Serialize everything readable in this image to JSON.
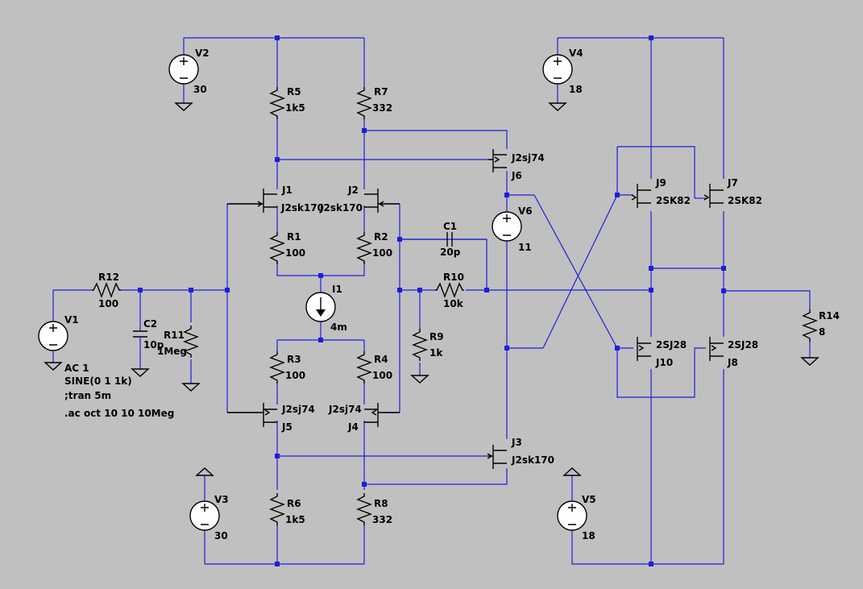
{
  "title": "",
  "components": {
    "V1": {
      "name": "V1",
      "lines": [
        "AC 1",
        "SINE(0 1 1k)",
        ";tran 5m"
      ]
    },
    "V2": {
      "name": "V2",
      "value": "30"
    },
    "V3": {
      "name": "V3",
      "value": "30"
    },
    "V4": {
      "name": "V4",
      "value": "18"
    },
    "V5": {
      "name": "V5",
      "value": "18"
    },
    "V6": {
      "name": "V6",
      "value": "11"
    },
    "I1": {
      "name": "I1",
      "value": "4m"
    },
    "R1": {
      "name": "R1",
      "value": "100"
    },
    "R2": {
      "name": "R2",
      "value": "100"
    },
    "R3": {
      "name": "R3",
      "value": "100"
    },
    "R4": {
      "name": "R4",
      "value": "100"
    },
    "R5": {
      "name": "R5",
      "value": "1k5"
    },
    "R6": {
      "name": "R6",
      "value": "1k5"
    },
    "R7": {
      "name": "R7",
      "value": "332"
    },
    "R8": {
      "name": "R8",
      "value": "332"
    },
    "R9": {
      "name": "R9",
      "value": "1k"
    },
    "R10": {
      "name": "R10",
      "value": "10k"
    },
    "R11": {
      "name": "R11",
      "value": "1Meg"
    },
    "R12": {
      "name": "R12",
      "value": "100"
    },
    "R14": {
      "name": "R14",
      "value": "8"
    },
    "C1": {
      "name": "C1",
      "value": "20p"
    },
    "C2": {
      "name": "C2",
      "value": "10p"
    },
    "J1": {
      "name": "J1",
      "model": "J2sk170"
    },
    "J2": {
      "name": "J2",
      "model": "J2sk170"
    },
    "J3": {
      "name": "J3",
      "model": "J2sk170"
    },
    "J4": {
      "name": "J4",
      "model": "J2sj74"
    },
    "J5": {
      "name": "J5",
      "model": "J2sj74"
    },
    "J6": {
      "name": "J6",
      "model": "J2sj74"
    },
    "J7": {
      "name": "J7",
      "model": "2SK82"
    },
    "J8": {
      "name": "J8",
      "model": "2SJ28"
    },
    "J9": {
      "name": "J9",
      "model": "2SK82"
    },
    "J10": {
      "name": "J10",
      "model": "2SJ28"
    }
  },
  "directive": ".ac oct 10 10 10Meg"
}
